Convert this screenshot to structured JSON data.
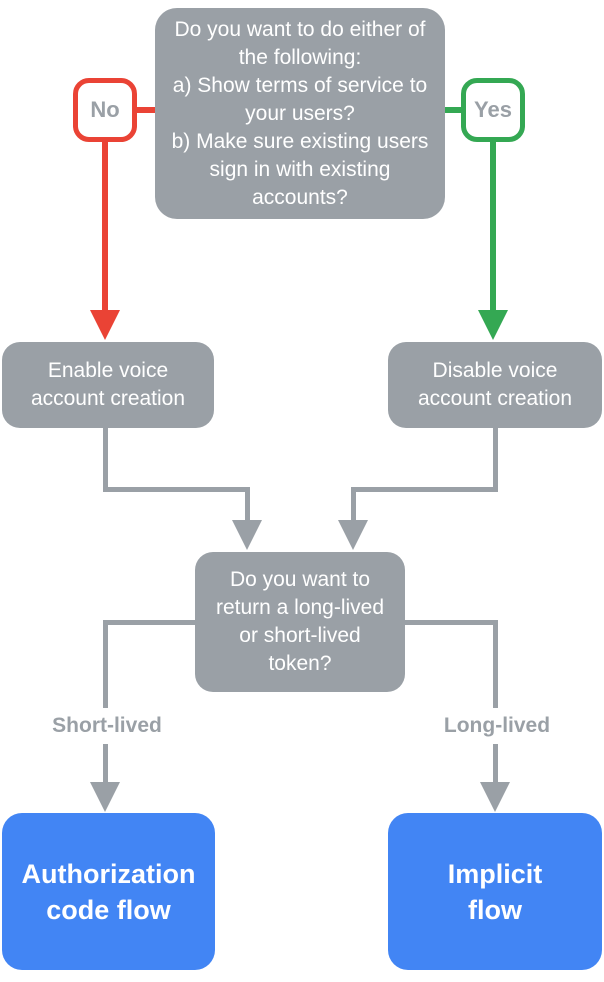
{
  "palette": {
    "node_gray": "#9AA0A6",
    "branch_red": "#EA4335",
    "branch_green": "#34A853",
    "terminal_blue": "#4285F4",
    "label_text_gray": "#9AA0A6",
    "node_text": "#FFFFFF",
    "background": "#FFFFFF"
  },
  "flowchart": {
    "root_question": {
      "intro": "Do you want to do either of the following:",
      "option_a": "a) Show terms of service to your users?",
      "option_b": "b) Make sure existing users sign in with existing accounts?"
    },
    "decision_no": "No",
    "decision_yes": "Yes",
    "enable_node": "Enable voice account creation",
    "disable_node": "Disable voice account creation",
    "token_question": "Do you want to return a long-lived or short-lived token?",
    "branch_short": "Short-lived",
    "branch_long": "Long-lived",
    "terminal_auth_code": "Authorization code flow",
    "terminal_implicit": "Implicit flow"
  }
}
